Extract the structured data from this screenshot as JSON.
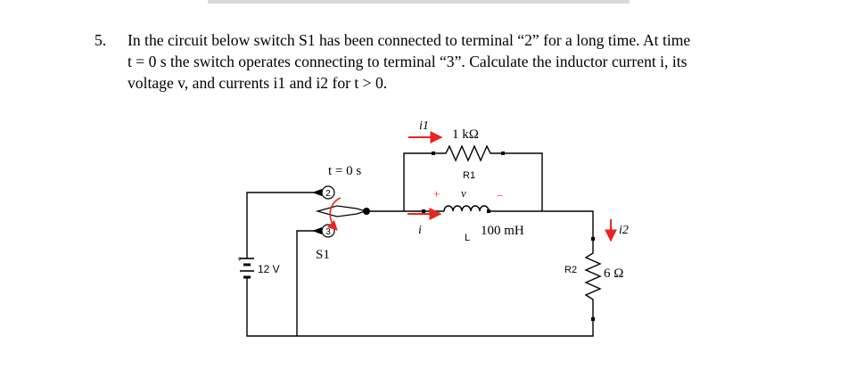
{
  "problem": {
    "number": "5.",
    "line1": "In the circuit below switch S1 has been connected to terminal “2” for a long time. At time",
    "line2": "t = 0 s the switch operates connecting to terminal “3”. Calculate the inductor current i, its",
    "line3": "voltage v, and currents i1 and i2 for t > 0."
  },
  "circuit": {
    "switch_time": "t = 0 s",
    "switch_name": "S1",
    "terminal_2": "2",
    "terminal_3": "3",
    "source_label": "12 V",
    "source_plus": "+",
    "r1_label": "R1",
    "r1_value": "1 kΩ",
    "current_i1": "i1",
    "current_i": "i",
    "current_i2": "i2",
    "inductor_label": "L",
    "inductor_value": "100 mH",
    "v_label": "v",
    "v_plus": "+",
    "v_minus": "−",
    "r2_label": "R2",
    "r2_value": "6 Ω",
    "colors": {
      "wire": "#000000",
      "arrow": "#e8251f",
      "node": "#000000"
    }
  }
}
